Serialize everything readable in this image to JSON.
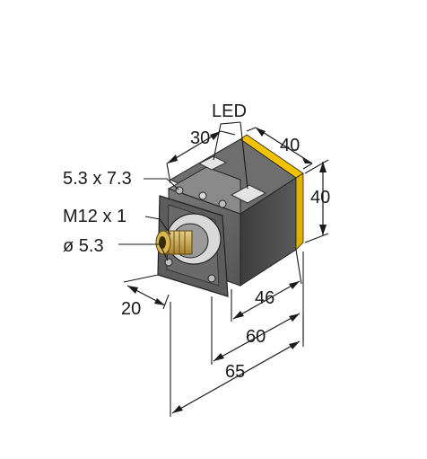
{
  "labels": {
    "led": "LED",
    "dim_30": "30",
    "dim_40_top": "40",
    "dim_40_side": "40",
    "slot": "5.3 x 7.3",
    "connector": "M12 x 1",
    "hole": "ø 5.3",
    "dim_20": "20",
    "dim_46": "46",
    "dim_60": "60",
    "dim_65": "65"
  },
  "colors": {
    "body_dark": "#4a4a4a",
    "body_mid": "#6b6b6b",
    "body_light": "#8a8a8a",
    "yellow_band": "#f2c200",
    "led_window": "#e0e0e0",
    "connector_thread": "#c8a24a",
    "line": "#1a1a1a"
  }
}
